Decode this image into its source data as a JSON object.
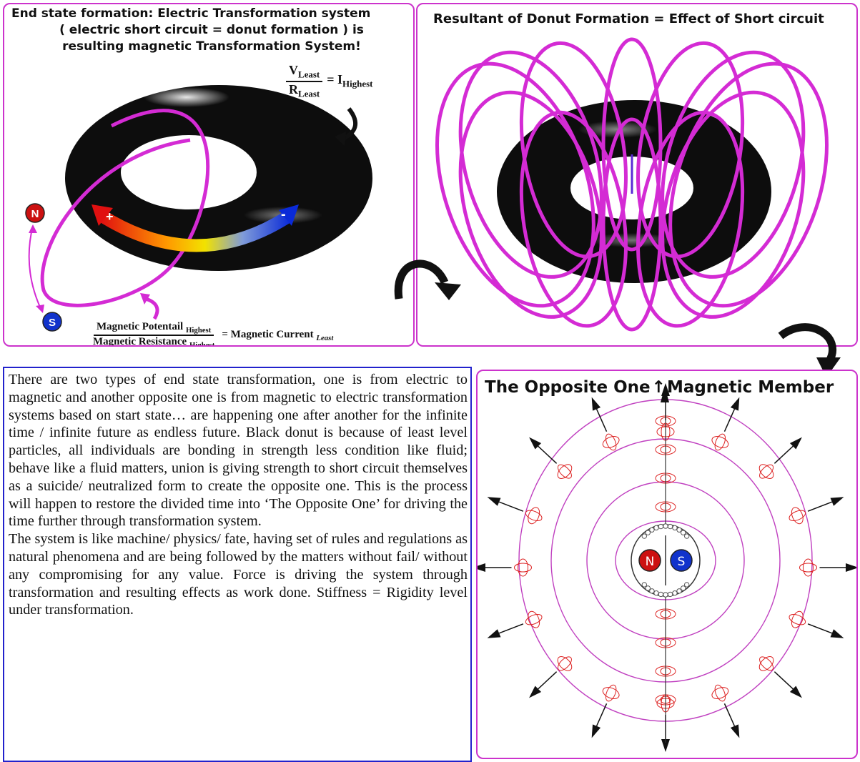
{
  "panel_top_left": {
    "title_line1": "End state formation: Electric Transformation system",
    "title_line2": "( electric short circuit = donut formation ) is",
    "title_line3": "resulting magnetic Transformation System!",
    "formula_electric": {
      "numerator": "V",
      "numerator_sub": "Least",
      "denominator": "R",
      "denominator_sub": "Least",
      "result": "= I",
      "result_sub": "Highest"
    },
    "formula_magnetic": {
      "numerator": "Magnetic Potentail",
      "numerator_sub": "Highest",
      "denominator": "Magnetic Resistance",
      "denominator_sub": "Highest",
      "result": "= Magnetic Current",
      "result_sub": "Least"
    },
    "plus_sign": "+",
    "minus_sign": "-",
    "north_label": "N",
    "south_label": "S"
  },
  "panel_top_right": {
    "title": "Resultant of Donut Formation = Effect of  Short circuit"
  },
  "panel_bottom_left": {
    "paragraph1": "There are two types of end state transformation, one is from electric to magnetic and another opposite one is from magnetic to electric transformation systems based on start state… are happening one after another for the infinite time / infinite future as endless future. Black donut is because of least level particles, all individuals are bonding in strength less condition like fluid; behave like a fluid matters, union is giving strength to short circuit themselves as a suicide/ neutralized form to create the opposite one.  This is the process will happen to restore the divided time into ‘The Opposite One’ for driving the time further through transformation system.",
    "paragraph2": "The system is like machine/ physics/ fate, having set of rules and regulations as natural phenomena and are being followed by the matters without fail/ without any compromising for any value. Force is driving the system through transformation and resulting effects as work done. Stiffness = Rigidity level under transformation."
  },
  "panel_bottom_right": {
    "title_left": "The Opposite One",
    "title_right": "Magnetic Member",
    "north_label": "N",
    "south_label": "S"
  },
  "colors": {
    "panel_border": "#cc33cc",
    "text_border": "#2222cc",
    "field_line": "#d42bd4",
    "north_red": "#cc1111",
    "south_blue": "#1133cc",
    "donut": "#0d0d0d",
    "field_loop_red": "#dd2222",
    "field_loop_purple": "#c040c0"
  }
}
